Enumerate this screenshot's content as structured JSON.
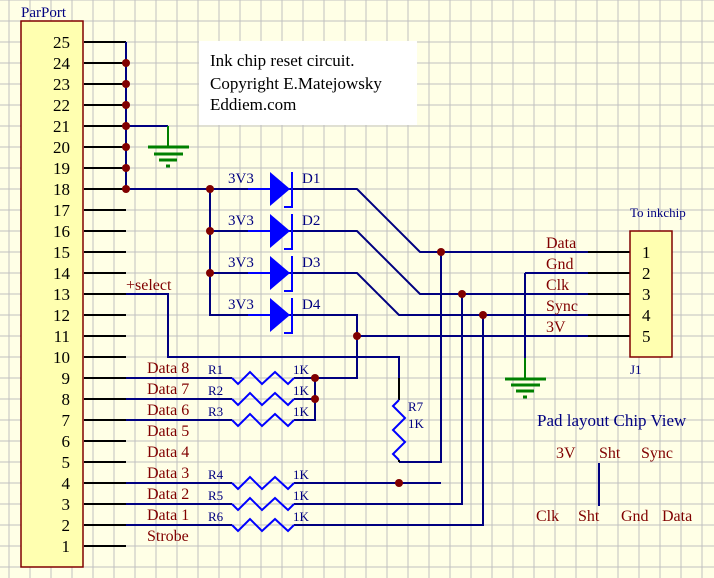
{
  "connector_left": {
    "label": "ParPort",
    "pins": [
      "25",
      "24",
      "23",
      "22",
      "21",
      "20",
      "19",
      "18",
      "17",
      "16",
      "15",
      "14",
      "13",
      "12",
      "11",
      "10",
      "9",
      "8",
      "7",
      "6",
      "5",
      "4",
      "3",
      "2",
      "1"
    ]
  },
  "title_block": {
    "lines": [
      "Ink chip reset circuit.",
      "Copyright E.Matejowsky",
      "Eddiem.com"
    ]
  },
  "diodes": [
    {
      "ref": "D1",
      "value": "3V3"
    },
    {
      "ref": "D2",
      "value": "3V3"
    },
    {
      "ref": "D3",
      "value": "3V3"
    },
    {
      "ref": "D4",
      "value": "3V3"
    }
  ],
  "select_label": "+select",
  "data_signals": [
    "Data 8",
    "Data 7",
    "Data 6",
    "Data 5",
    "Data 4",
    "Data 3",
    "Data 2",
    "Data 1",
    "Strobe"
  ],
  "resistors": [
    {
      "ref": "R1",
      "value": "1K"
    },
    {
      "ref": "R2",
      "value": "1K"
    },
    {
      "ref": "R3",
      "value": "1K"
    },
    {
      "ref": "R4",
      "value": "1K"
    },
    {
      "ref": "R5",
      "value": "1K"
    },
    {
      "ref": "R6",
      "value": "1K"
    },
    {
      "ref": "R7",
      "value": "1K"
    }
  ],
  "connector_right": {
    "title": "To inkchip",
    "ref": "J1",
    "pins": [
      "1",
      "2",
      "3",
      "4",
      "5"
    ],
    "signals": [
      "Data",
      "Gnd",
      "Clk",
      "Sync",
      "3V"
    ]
  },
  "pad_layout": {
    "title": "Pad layout Chip View",
    "top_row": [
      "3V",
      "Sht",
      "Sync"
    ],
    "bottom_row": [
      "Clk",
      "Sht",
      "Gnd",
      "Data"
    ]
  },
  "colors": {
    "background": "#ffffe6",
    "grid": "#c0c0c0",
    "wire": "#000080",
    "pin_line": "#000000",
    "junction": "#800000",
    "diode": "#0000ff",
    "ground": "#008000",
    "connector_fill": "#ffffb0",
    "connector_border": "#800000",
    "signal_text": "#800000"
  }
}
